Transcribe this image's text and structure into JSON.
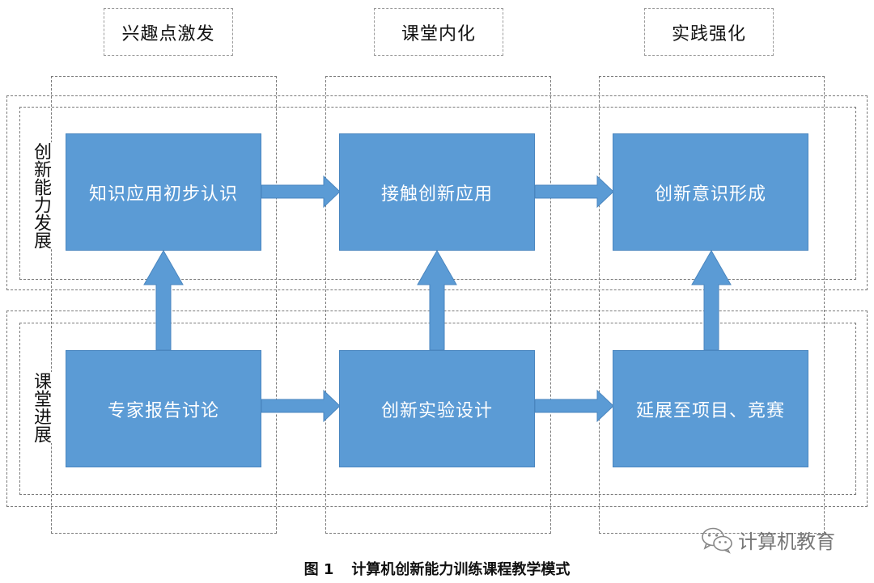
{
  "stages": [
    "兴趣点激发",
    "课堂内化",
    "实践强化"
  ],
  "rows": [
    "创新能力发展",
    "课堂进展"
  ],
  "boxes": {
    "top": [
      "知识应用初步认识",
      "接触创新应用",
      "创新意识形成"
    ],
    "bottom": [
      "专家报告讨论",
      "创新实验设计",
      "延展至项目、竞赛"
    ]
  },
  "caption": {
    "figure": "图 1",
    "title": "计算机创新能力训练课程教学模式"
  },
  "watermark": {
    "text": "计算机教育",
    "icon": "wechat-icon"
  },
  "colors": {
    "box_fill": "#5b9bd5",
    "box_border": "#4a86bf",
    "arrow": "#5b9bd5"
  }
}
